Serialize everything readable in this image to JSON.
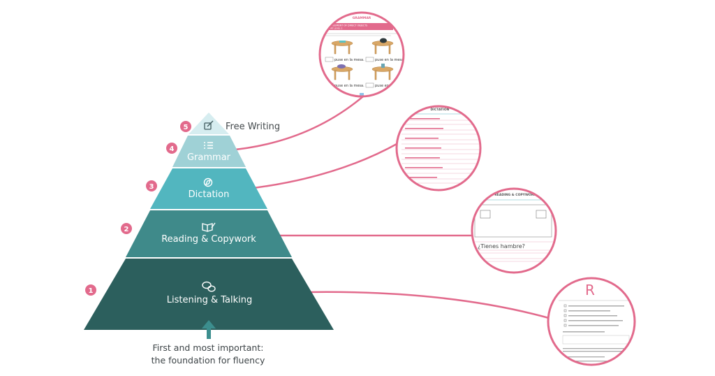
{
  "levels": [
    {
      "number": "1",
      "label": "Listening & Talking",
      "icon": "chat-bubbles-icon",
      "color": "#2c5f5d"
    },
    {
      "number": "2",
      "label": "Reading & Copywork",
      "icon": "book-pencil-icon",
      "color": "#3f8a8a"
    },
    {
      "number": "3",
      "label": "Dictation",
      "icon": "compass-icon",
      "color": "#52b6bf"
    },
    {
      "number": "4",
      "label": "Grammar",
      "icon": "list-icon",
      "color": "#9fd1d6"
    },
    {
      "number": "5",
      "label": "Free Writing",
      "icon": "edit-icon",
      "color": "#d6edf0"
    }
  ],
  "foundation": {
    "line1": "First and most important:",
    "line2": "the foundation for fluency"
  },
  "colors": {
    "accent_pink": "#e26a8c",
    "arrow": "#3c8e8e"
  },
  "previews": {
    "grammar": {
      "title": "GRAMMAR",
      "banner": "AGREEMENT OF DIRECT OBJECTS",
      "banner2": "PART LEVEL 2",
      "captions": [
        "puse en la mesa.",
        "puse en la mesa.",
        "puse en la mesa.",
        "puse en la..."
      ]
    },
    "dictation": {
      "title": "DICTATION"
    },
    "reading": {
      "title": "READING & COPYWORK",
      "phrase": "¿Tienes hambre?"
    },
    "listening": {
      "letter": "R"
    }
  }
}
